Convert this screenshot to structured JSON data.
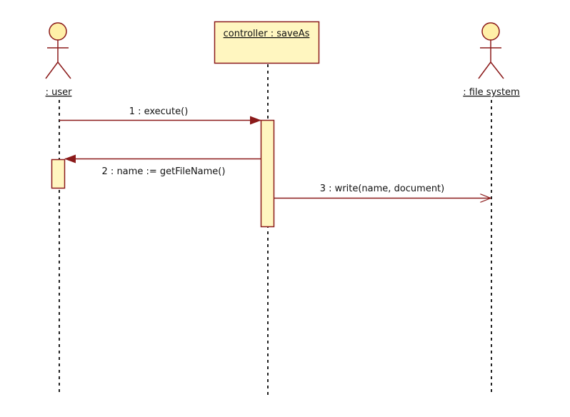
{
  "diagram": {
    "type": "sequence",
    "colors": {
      "line": "#8b1a1a",
      "fill": "#fff6c0",
      "lifeline": "#222222",
      "text": "#111111"
    },
    "participants": [
      {
        "id": "user",
        "kind": "actor",
        "label": ": user"
      },
      {
        "id": "controller",
        "kind": "object",
        "label": "controller : saveAs"
      },
      {
        "id": "fs",
        "kind": "actor",
        "label": ": file system"
      }
    ],
    "messages": [
      {
        "label": "1 : execute()",
        "from": "user",
        "to": "controller",
        "style": "synchronous"
      },
      {
        "label": "2 : name := getFileName()",
        "from": "controller",
        "to": "user",
        "style": "synchronous"
      },
      {
        "label": "3 : write(name, document)",
        "from": "controller",
        "to": "fs",
        "style": "asynchronous"
      }
    ]
  }
}
